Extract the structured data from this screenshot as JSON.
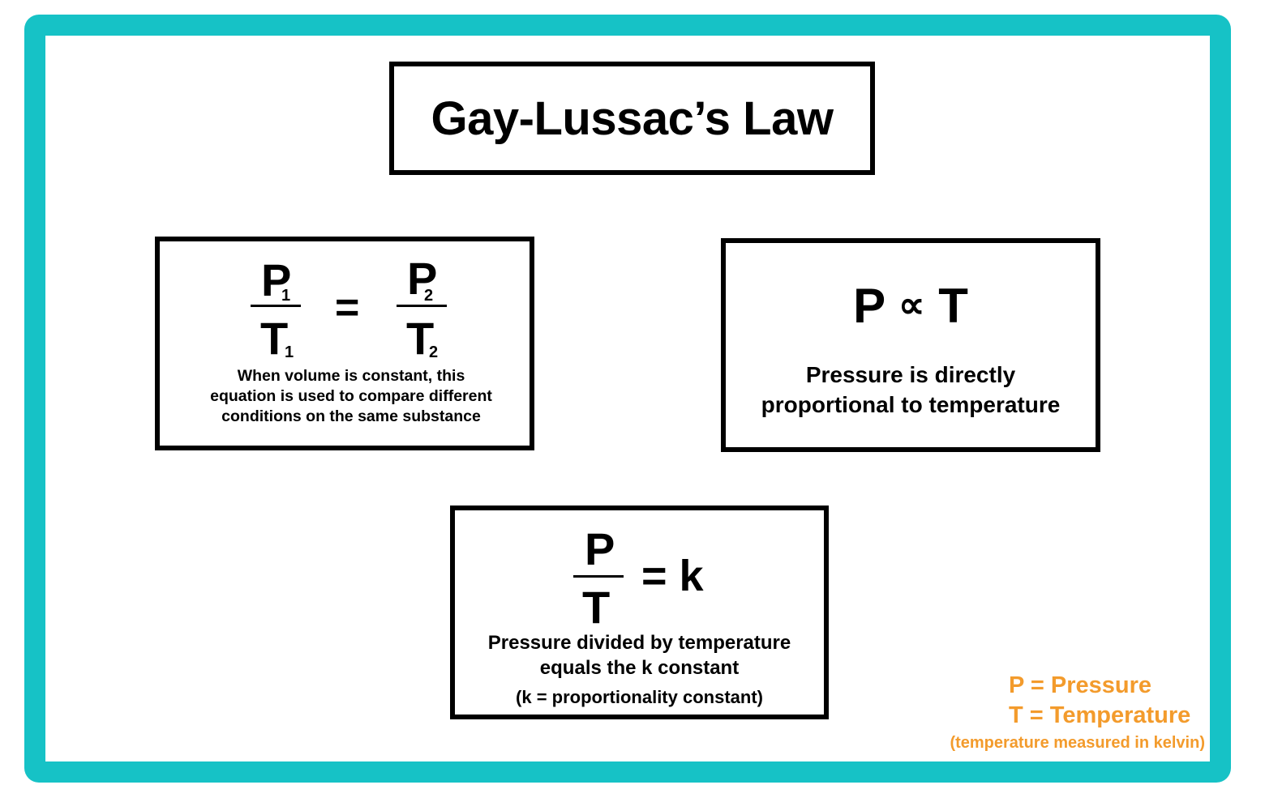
{
  "title": "Gay-Lussac’s Law",
  "equation_box": {
    "p_symbol": "P",
    "t_symbol": "T",
    "sub_1": "1",
    "sub_2": "2",
    "equals": "=",
    "description": "When volume is constant, this equation is used to compare different conditions on the same substance"
  },
  "proportion_box": {
    "p_symbol": "P",
    "prop_symbol": "∝",
    "t_symbol": "T",
    "description_line1": "Pressure is directly",
    "description_line2": "proportional to temperature"
  },
  "constant_box": {
    "p_symbol": "P",
    "t_symbol": "T",
    "equals_k": "= k",
    "description_line1": "Pressure divided by temperature",
    "description_line2": "equals the k constant",
    "note": "(k = proportionality constant)"
  },
  "legend": {
    "pressure": "P = Pressure",
    "temperature": "T = Temperature",
    "note": "(temperature measured in kelvin)"
  },
  "colors": {
    "frame": "#16c2c6",
    "legend": "#f39b2c"
  }
}
